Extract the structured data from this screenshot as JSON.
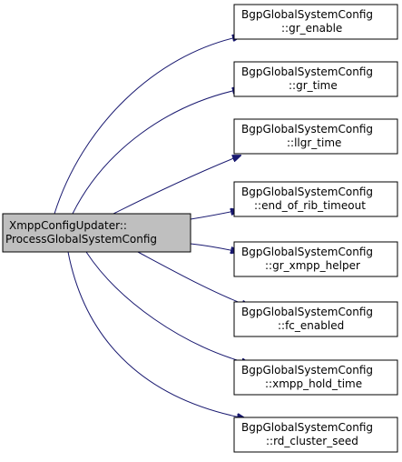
{
  "diagram": {
    "colors": {
      "edge": "#191970",
      "node_border": "#000000",
      "node_fill": "#ffffff",
      "source_fill": "#bfbfbf",
      "text": "#000000"
    },
    "source": {
      "line1": "XmppConfigUpdater::",
      "line2": "ProcessGlobalSystemConfig"
    },
    "targets": [
      {
        "line1": "BgpGlobalSystemConfig",
        "line2": "::gr_enable"
      },
      {
        "line1": "BgpGlobalSystemConfig",
        "line2": "::gr_time"
      },
      {
        "line1": "BgpGlobalSystemConfig",
        "line2": "::llgr_time"
      },
      {
        "line1": "BgpGlobalSystemConfig",
        "line2": "::end_of_rib_timeout"
      },
      {
        "line1": "BgpGlobalSystemConfig",
        "line2": "::gr_xmpp_helper"
      },
      {
        "line1": "BgpGlobalSystemConfig",
        "line2": "::fc_enabled"
      },
      {
        "line1": "BgpGlobalSystemConfig",
        "line2": "::xmpp_hold_time"
      },
      {
        "line1": "BgpGlobalSystemConfig",
        "line2": "::rd_cluster_seed"
      }
    ]
  }
}
